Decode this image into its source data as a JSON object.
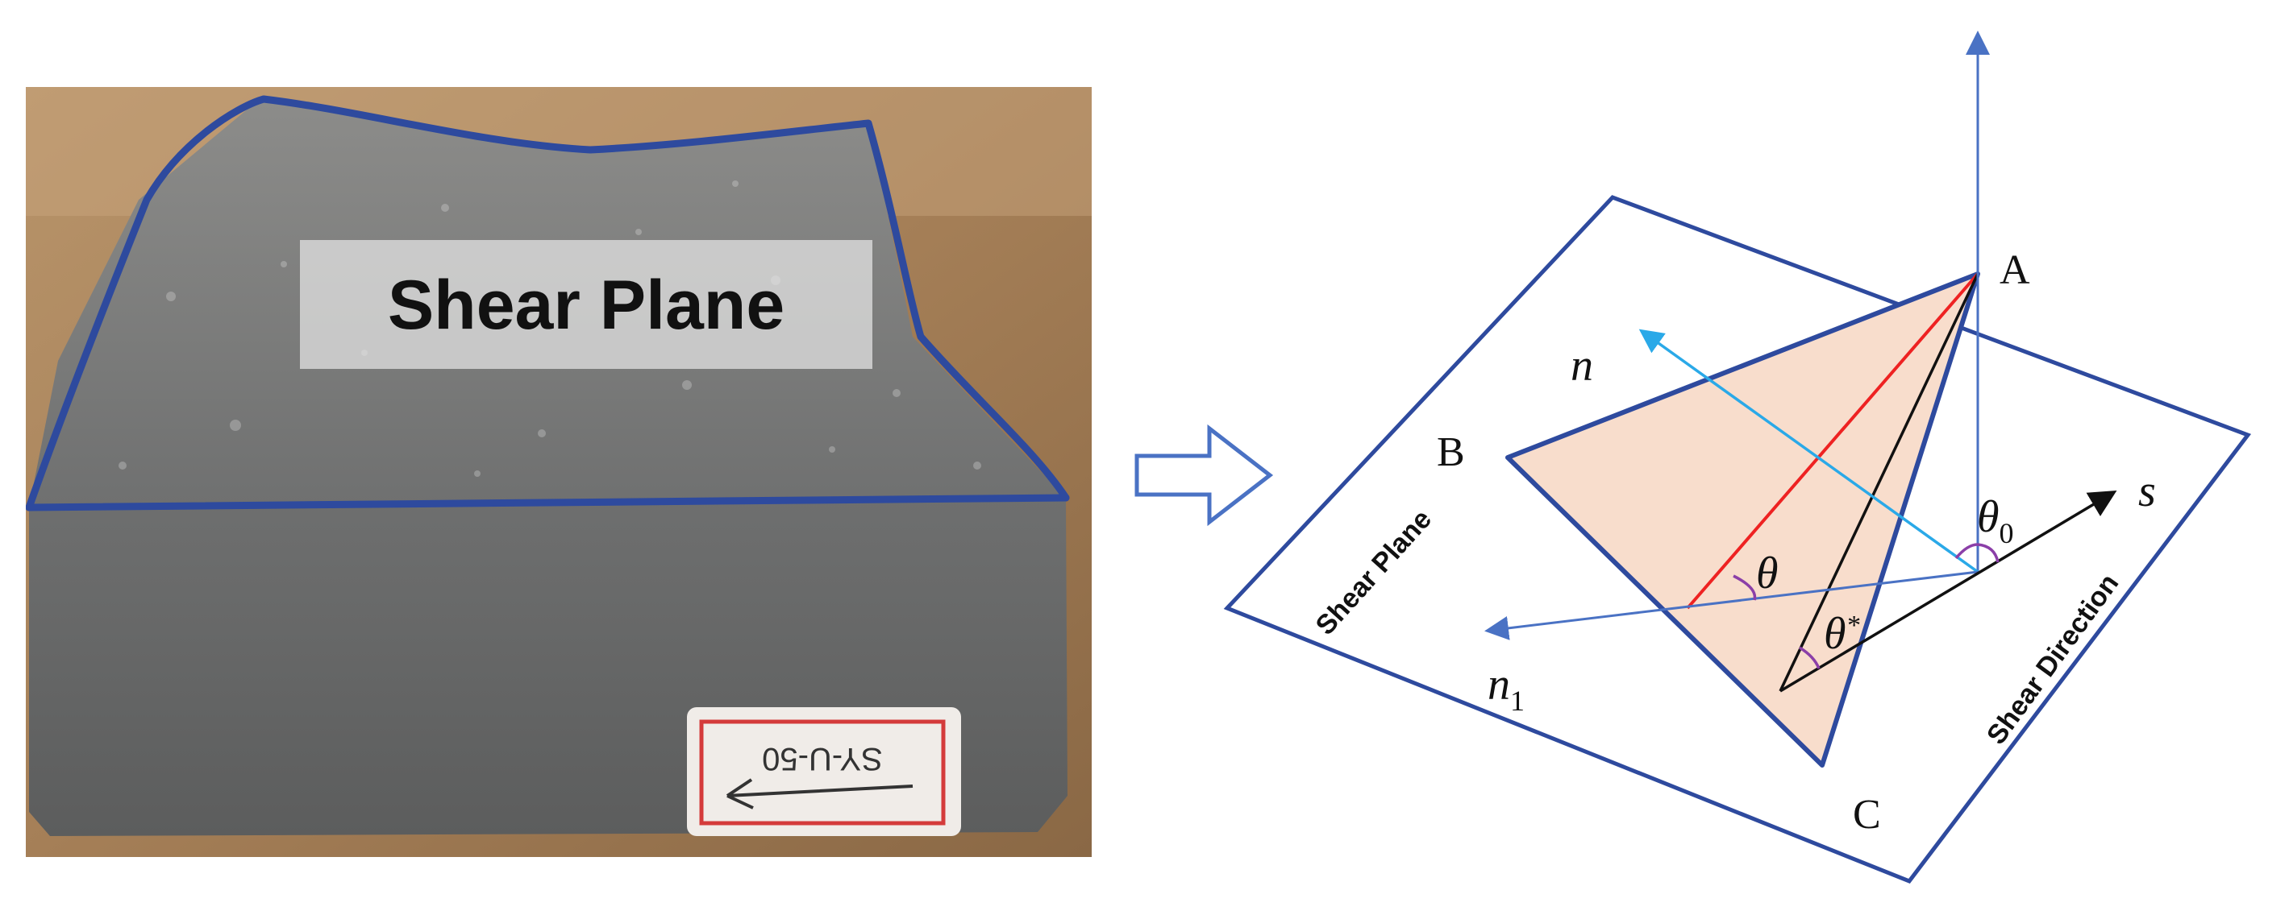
{
  "photo": {
    "label": "Shear Plane",
    "specimen_tag": "SY-U-50"
  },
  "diagram": {
    "points": {
      "A": "A",
      "B": "B",
      "C": "C"
    },
    "vectors": {
      "n": "n",
      "n1": "n",
      "n1_sub": "1",
      "s": "s"
    },
    "angles": {
      "theta": "θ",
      "theta0": "θ",
      "theta0_sub": "0",
      "theta_star": "θ",
      "theta_star_sup": "*"
    },
    "plane_label": "Shear Plane",
    "direction_label": "Shear Direction"
  },
  "colors": {
    "outline_blue": "#2e4a9e",
    "triangle_fill": "#f8ddcc",
    "arrow_blue": "#4a72c4",
    "cyan_line": "#2aa9e8",
    "red_line": "#ee2222",
    "angle_arc": "#8b3fa8"
  }
}
